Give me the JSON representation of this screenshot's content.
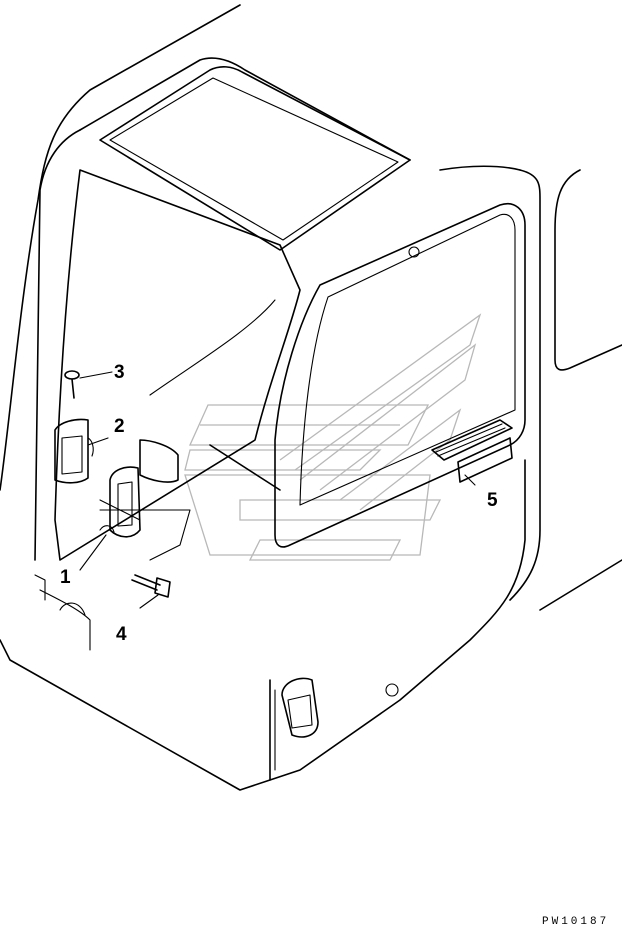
{
  "callouts": [
    {
      "id": "1",
      "label": "1"
    },
    {
      "id": "2",
      "label": "2"
    },
    {
      "id": "3",
      "label": "3"
    },
    {
      "id": "4",
      "label": "4"
    },
    {
      "id": "5",
      "label": "5"
    }
  ],
  "drawing_code": "PW10187"
}
